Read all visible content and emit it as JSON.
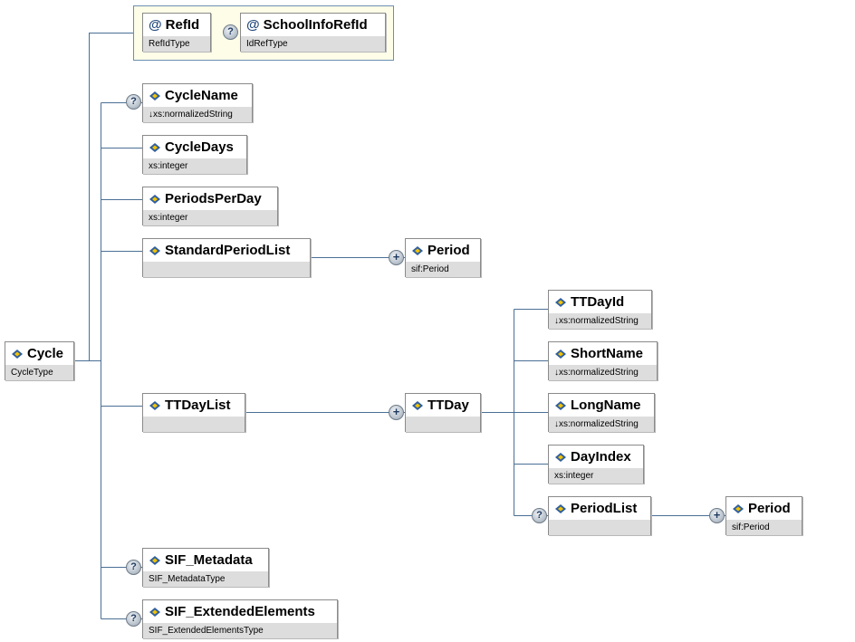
{
  "attributes": {
    "refid": {
      "name": "RefId",
      "type": "RefIdType"
    },
    "schoolinforefid": {
      "name": "SchoolInfoRefId",
      "type": "IdRefType"
    }
  },
  "root": {
    "name": "Cycle",
    "type": "CycleType"
  },
  "elements": {
    "cyclename": {
      "name": "CycleName",
      "type": "↓xs:normalizedString"
    },
    "cycledays": {
      "name": "CycleDays",
      "type": "xs:integer"
    },
    "periodsperday": {
      "name": "PeriodsPerDay",
      "type": "xs:integer"
    },
    "standardperiodlist": {
      "name": "StandardPeriodList",
      "type": ""
    },
    "period1": {
      "name": "Period",
      "type": "sif:Period"
    },
    "ttdaylist": {
      "name": "TTDayList",
      "type": ""
    },
    "ttday": {
      "name": "TTDay",
      "type": ""
    },
    "ttdayid": {
      "name": "TTDayId",
      "type": "↓xs:normalizedString"
    },
    "shortname": {
      "name": "ShortName",
      "type": "↓xs:normalizedString"
    },
    "longname": {
      "name": "LongName",
      "type": "↓xs:normalizedString"
    },
    "dayindex": {
      "name": "DayIndex",
      "type": "xs:integer"
    },
    "periodlist": {
      "name": "PeriodList",
      "type": ""
    },
    "period2": {
      "name": "Period",
      "type": "sif:Period"
    },
    "sif_metadata": {
      "name": "SIF_Metadata",
      "type": "SIF_MetadataType"
    },
    "sif_extendedelements": {
      "name": "SIF_ExtendedElements",
      "type": "SIF_ExtendedElementsType"
    }
  },
  "symbols": {
    "optional": "?",
    "sequence": "+",
    "attribute": "@"
  },
  "colors": {
    "connector": "#4a6f95",
    "type_band": "#dddddd",
    "group_fill": "#fdfde8"
  }
}
